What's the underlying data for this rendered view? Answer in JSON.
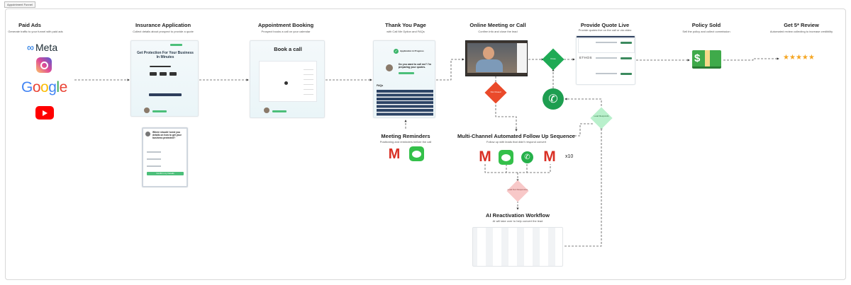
{
  "frame_label": "Appointment Funnel",
  "steps": {
    "paid_ads": {
      "title": "Paid Ads",
      "subtitle": "Generate traffic to your funnel with paid ads",
      "logos": [
        "Meta",
        "Instagram",
        "Google",
        "YouTube"
      ]
    },
    "insurance_application": {
      "title": "Insurance Application",
      "subtitle": "Collect details about prospect to provide a quote",
      "headline": "Get Protection For Your Business In Minutes",
      "form_heading": "Where should I send you details on how to get your business protected?",
      "form_button": "Confirm my Details"
    },
    "appointment_booking": {
      "title": "Appointment Booking",
      "subtitle": "Prospect books a call on your calendar",
      "headline": "Book a call"
    },
    "thank_you_page": {
      "title": "Thank You Page",
      "subtitle": "with Call Me Option and FAQs",
      "status": "Application in Progress",
      "question": "Do you want to call me? I'm preparing your quotes.",
      "faqs_label": "FAQs"
    },
    "online_meeting": {
      "title": "Online Meeting or Call",
      "subtitle": "Confirm info and close the lead"
    },
    "provide_quote": {
      "title": "Provide Quote Live",
      "subtitle": "Provide quotes live on the call or via video",
      "carrier": "ETHOS"
    },
    "policy_sold": {
      "title": "Policy Sold",
      "subtitle": "Sell the policy and collect commission"
    },
    "review": {
      "title": "Get 5* Review",
      "subtitle": "Automated review collecting to increase credibility",
      "stars": 5
    },
    "meeting_reminders": {
      "title": "Meeting Reminders",
      "subtitle": "Positioning and reminders before the call"
    },
    "follow_up": {
      "title": "Multi-Channel Automated Follow Up Sequence",
      "subtitle": "Follow up with leads that didn't respond convert",
      "repeat": "x10"
    },
    "ai_reactivation": {
      "title": "AI Reactivation Workflow",
      "subtitle": "AI will take over to help convert the lead"
    }
  },
  "decisions": {
    "not_closed": "Not Closed",
    "closed": "Close",
    "lead_not_responsive": "Lead Not Responsive",
    "lead_responds": "Lead Responds"
  },
  "colors": {
    "red": "#ea4a2a",
    "green": "#1faa55",
    "light_green": "#b9f0cc",
    "pink": "#f8c8c8",
    "gmail": "#d93025",
    "message": "#34c04a",
    "star": "#f5a623"
  }
}
